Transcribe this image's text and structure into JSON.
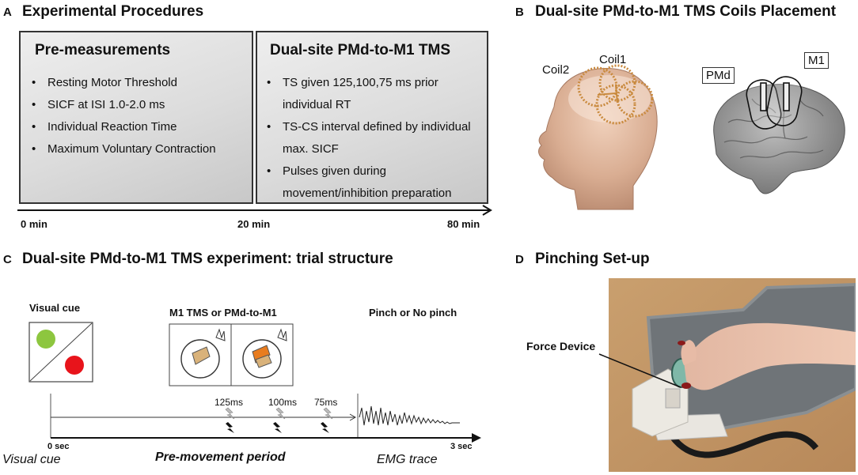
{
  "panel_a": {
    "letter": "A",
    "title": "Experimental Procedures",
    "box1": {
      "title": "Pre-measurements",
      "items": [
        "Resting Motor Threshold",
        "SICF at ISI 1.0-2.0 ms",
        "Individual Reaction Time",
        "Maximum Voluntary Contraction"
      ]
    },
    "box2": {
      "title": "Dual-site PMd-to-M1 TMS",
      "items": [
        "TS given 125,100,75 ms prior individual RT",
        "TS-CS interval defined by individual max. SICF",
        "Pulses given during movement/inhibition  preparation"
      ]
    },
    "timeline": [
      "0 min",
      "20 min",
      "80 min"
    ]
  },
  "panel_b": {
    "letter": "B",
    "title": "Dual-site PMd-to-M1 TMS Coils Placement",
    "coil1": "Coil1",
    "coil2": "Coil2",
    "pmd": "PMd",
    "m1": "M1"
  },
  "panel_c": {
    "letter": "C",
    "title": "Dual-site PMd-to-M1 TMS experiment: trial structure",
    "visual_cue": "Visual cue",
    "tms_label": "M1 TMS or PMd-to-M1",
    "pinch_label": "Pinch or No pinch",
    "ms": [
      "125ms",
      "100ms",
      "75ms"
    ],
    "axis_start": "0 sec",
    "axis_end": "3 sec",
    "bottom_left": "Visual cue",
    "bottom_mid": "Pre-movement period",
    "bottom_right": "EMG trace",
    "colors": {
      "green": "#8dc63f",
      "red": "#e8141b",
      "coil_orange": "#e87c1e",
      "coil_tan": "#d9b27a"
    }
  },
  "panel_d": {
    "letter": "D",
    "title": "Pinching Set-up",
    "force_label": "Force Device"
  }
}
